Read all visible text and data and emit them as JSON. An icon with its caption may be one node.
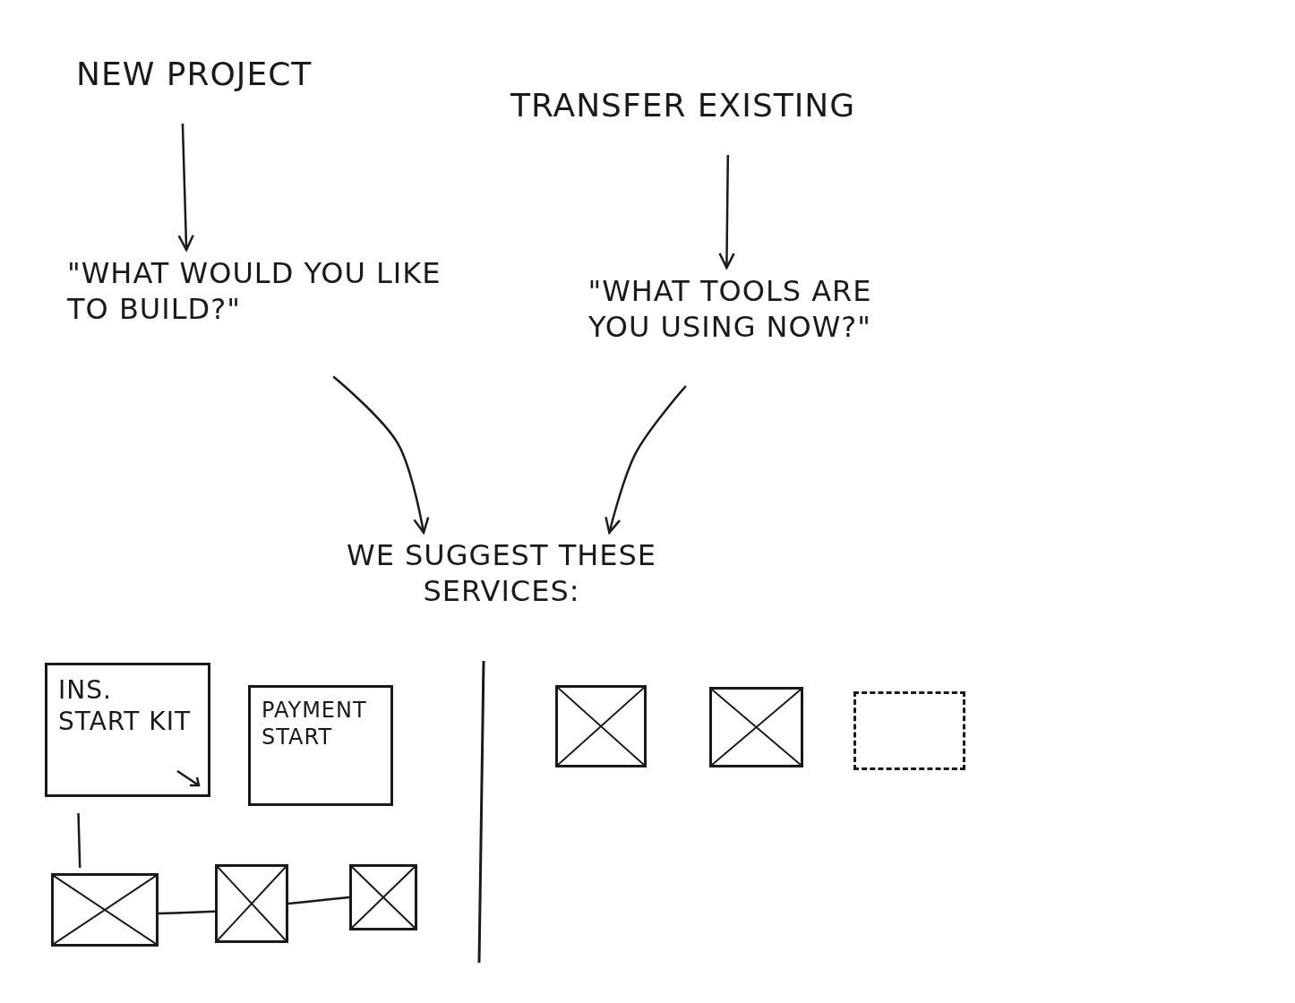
{
  "diagram": {
    "nodes": [
      {
        "text": [
          "NEW PROJECT"
        ]
      },
      {
        "text": [
          "TRANSFER EXISTING"
        ]
      },
      {
        "text": [
          "\"WHAT WOULD YOU LIKE TO BUILD?\""
        ]
      },
      {
        "text": [
          "\"WHAT TOOLS ARE YOU USING NOW?\""
        ]
      },
      {
        "text": [
          "WE SUGGEST THESE SERVICES:"
        ]
      },
      {
        "text": [
          "INS. START KIT"
        ]
      },
      {
        "text": [
          "PAYMENT START"
        ]
      },
      {
        "text": [],
        "shape": "box"
      },
      {
        "text": [],
        "shape": "box"
      },
      {
        "text": [],
        "shape": "box"
      },
      {
        "text": [],
        "shape": "box"
      },
      {
        "text": [],
        "shape": "box"
      },
      {
        "text": [],
        "shape": "box"
      }
    ],
    "edges": [
      {
        "from": 0,
        "to": 2,
        "arrow": "to"
      },
      {
        "from": 1,
        "to": 3,
        "arrow": "to"
      },
      {
        "from": 2,
        "to": 4,
        "arrow": "to"
      },
      {
        "from": 3,
        "to": 4,
        "arrow": "to"
      },
      {
        "from": 5,
        "to": 7,
        "arrow": "none"
      },
      {
        "from": 7,
        "to": 8,
        "arrow": "none"
      },
      {
        "from": 8,
        "to": 9,
        "arrow": "none"
      }
    ]
  }
}
